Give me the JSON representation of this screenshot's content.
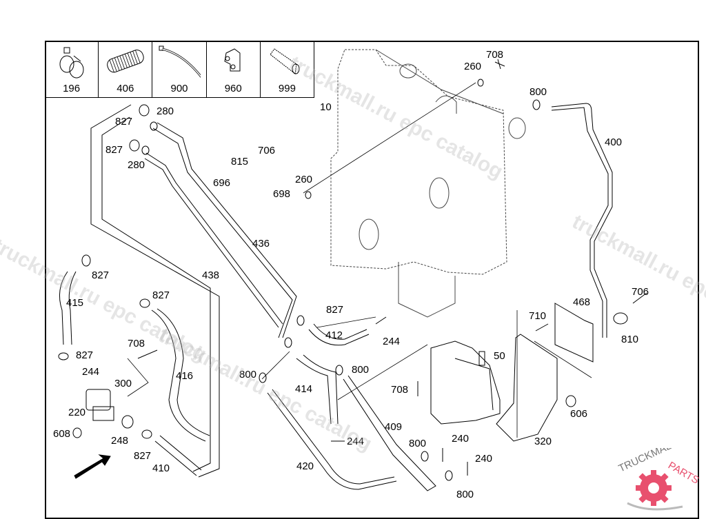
{
  "diagram": {
    "title": "Exploded parts diagram – tank, hoses and fittings assembly",
    "legend_items": [
      {
        "number": "196",
        "icon": "hose-clamp-pair-icon"
      },
      {
        "number": "406",
        "icon": "corrugated-sleeve-icon"
      },
      {
        "number": "900",
        "icon": "cable-tie-icon"
      },
      {
        "number": "960",
        "icon": "clip-bracket-icon"
      },
      {
        "number": "999",
        "icon": "hose-sleeve-icon"
      }
    ],
    "callouts": [
      {
        "id": "c10",
        "label": "10"
      },
      {
        "id": "c260a",
        "label": "260"
      },
      {
        "id": "c708a",
        "label": "708"
      },
      {
        "id": "c800a",
        "label": "800"
      },
      {
        "id": "c400",
        "label": "400"
      },
      {
        "id": "c280a",
        "label": "280"
      },
      {
        "id": "c827a",
        "label": "827"
      },
      {
        "id": "c827b",
        "label": "827"
      },
      {
        "id": "c280b",
        "label": "280"
      },
      {
        "id": "c706a",
        "label": "706"
      },
      {
        "id": "c815",
        "label": "815"
      },
      {
        "id": "c696",
        "label": "696"
      },
      {
        "id": "c698",
        "label": "698"
      },
      {
        "id": "c260b",
        "label": "260"
      },
      {
        "id": "c436",
        "label": "436"
      },
      {
        "id": "c438",
        "label": "438"
      },
      {
        "id": "c827c",
        "label": "827"
      },
      {
        "id": "c415",
        "label": "415"
      },
      {
        "id": "c827d",
        "label": "827"
      },
      {
        "id": "c708b",
        "label": "708"
      },
      {
        "id": "c827e",
        "label": "827"
      },
      {
        "id": "c244a",
        "label": "244"
      },
      {
        "id": "c416",
        "label": "416"
      },
      {
        "id": "c300",
        "label": "300"
      },
      {
        "id": "c220",
        "label": "220"
      },
      {
        "id": "c608",
        "label": "608"
      },
      {
        "id": "c248",
        "label": "248"
      },
      {
        "id": "c827f",
        "label": "827"
      },
      {
        "id": "c410",
        "label": "410"
      },
      {
        "id": "c827g",
        "label": "827"
      },
      {
        "id": "c412",
        "label": "412"
      },
      {
        "id": "c244b",
        "label": "244"
      },
      {
        "id": "c800b",
        "label": "800"
      },
      {
        "id": "c800c",
        "label": "800"
      },
      {
        "id": "c414",
        "label": "414"
      },
      {
        "id": "c409",
        "label": "409"
      },
      {
        "id": "c244c",
        "label": "244"
      },
      {
        "id": "c420",
        "label": "420"
      },
      {
        "id": "c708c",
        "label": "708"
      },
      {
        "id": "c50",
        "label": "50"
      },
      {
        "id": "c800d",
        "label": "800"
      },
      {
        "id": "c240a",
        "label": "240"
      },
      {
        "id": "c240b",
        "label": "240"
      },
      {
        "id": "c800e",
        "label": "800"
      },
      {
        "id": "c710",
        "label": "710"
      },
      {
        "id": "c468",
        "label": "468"
      },
      {
        "id": "c706b",
        "label": "706"
      },
      {
        "id": "c810",
        "label": "810"
      },
      {
        "id": "c606",
        "label": "606"
      },
      {
        "id": "c320",
        "label": "320"
      }
    ]
  },
  "watermarks": [
    "truckmall.ru epc catalog",
    "truckmall.ru epc catalog",
    "truckmall.ru epc catalog",
    "truckmall.ru epc catalog"
  ],
  "logo": {
    "text_left": "TRUCKMALL",
    "text_right": "PARTS",
    "accent_color": "#e8506e"
  }
}
